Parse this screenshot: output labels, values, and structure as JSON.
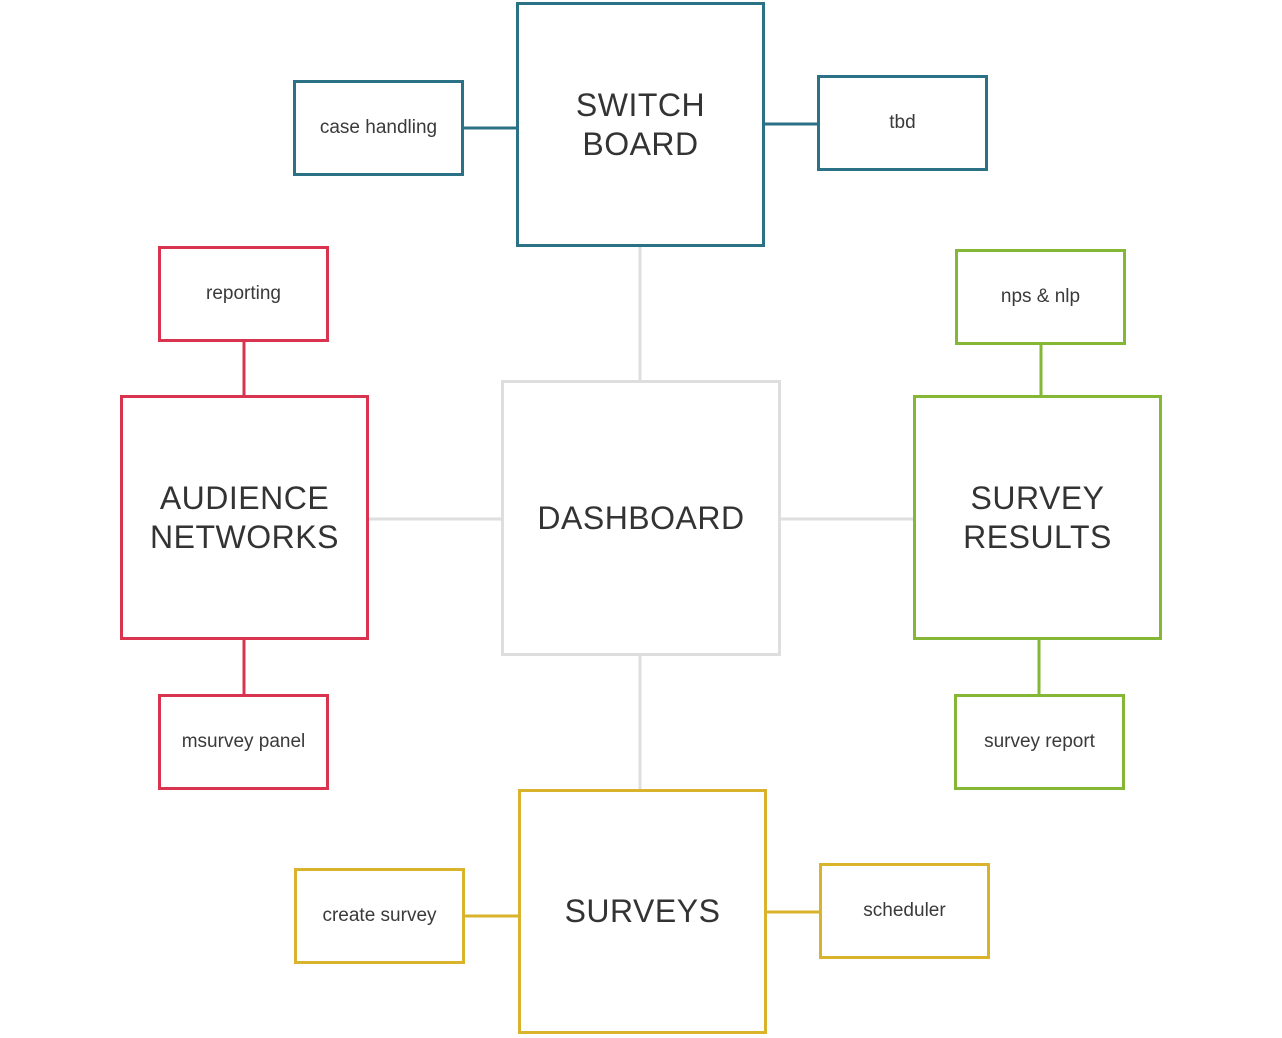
{
  "colors": {
    "switchboard": "#2b7286",
    "audience": "#d8344f",
    "results": "#83b735",
    "surveys": "#d8b32b",
    "dashboard": "#dedede",
    "text": "#333333"
  },
  "nodes": {
    "dashboard": {
      "label": "DASHBOARD"
    },
    "switchboard": {
      "label": "SWITCH\nBOARD",
      "children": {
        "left": "case handling",
        "right": "tbd"
      }
    },
    "audience_networks": {
      "label": "AUDIENCE\nNETWORKS",
      "children": {
        "top": "reporting",
        "bottom": "msurvey panel"
      }
    },
    "survey_results": {
      "label": "SURVEY\nRESULTS",
      "children": {
        "top": "nps & nlp",
        "bottom": "survey report"
      }
    },
    "surveys": {
      "label": "SURVEYS",
      "children": {
        "left": "create survey",
        "right": "scheduler"
      }
    }
  }
}
